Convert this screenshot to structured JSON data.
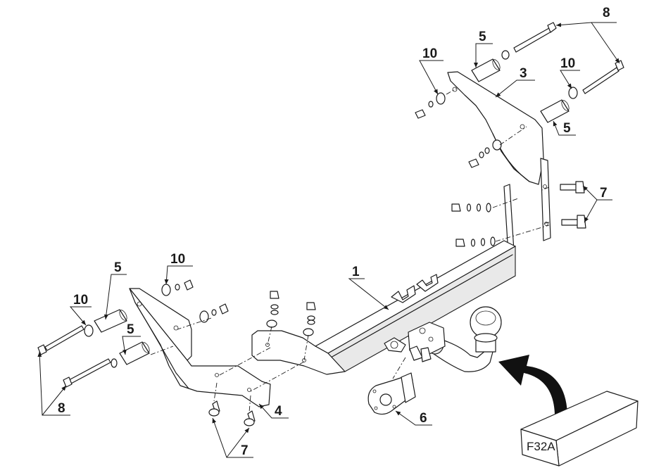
{
  "callouts": {
    "c1": "1",
    "c3": "3",
    "c4": "4",
    "c5": "5",
    "c6": "6",
    "c7": "7",
    "c8": "8",
    "c10": "10"
  },
  "box_label": "F32A"
}
